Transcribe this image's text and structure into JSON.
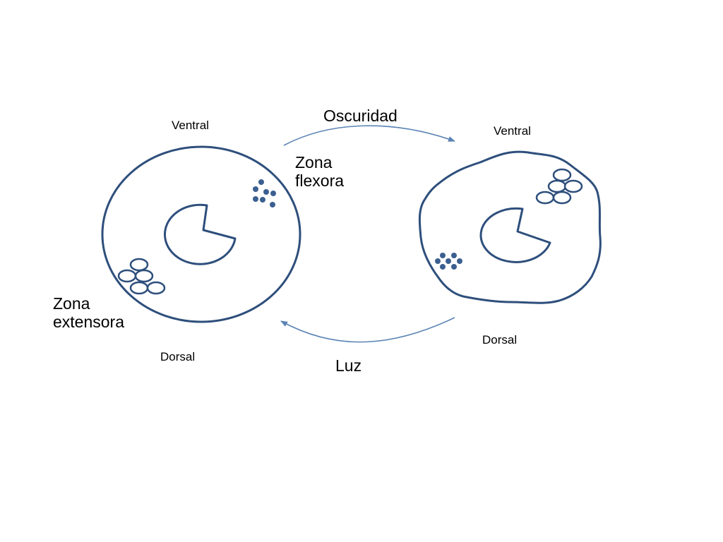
{
  "colors": {
    "outline": "#2e4f7c",
    "dot_fill": "#3b5f8f",
    "arrow": "#5b84b5",
    "background": "#ffffff",
    "text": "#000000"
  },
  "left_cell": {
    "top_label": "Ventral",
    "bottom_label": "Dorsal",
    "zone_label_line1": "Zona",
    "zone_label_line2": "extensora"
  },
  "right_cell": {
    "top_label": "Ventral",
    "bottom_label": "Dorsal",
    "zone_label_line1": "Zona",
    "zone_label_line2": "flexora"
  },
  "arrows": {
    "top_label": "Oscuridad",
    "bottom_label": "Luz"
  },
  "icons": {
    "nucleus": "pacman-nucleus-icon",
    "vacuoles": "ring-cluster-icon",
    "granules": "dot-cluster-icon"
  }
}
